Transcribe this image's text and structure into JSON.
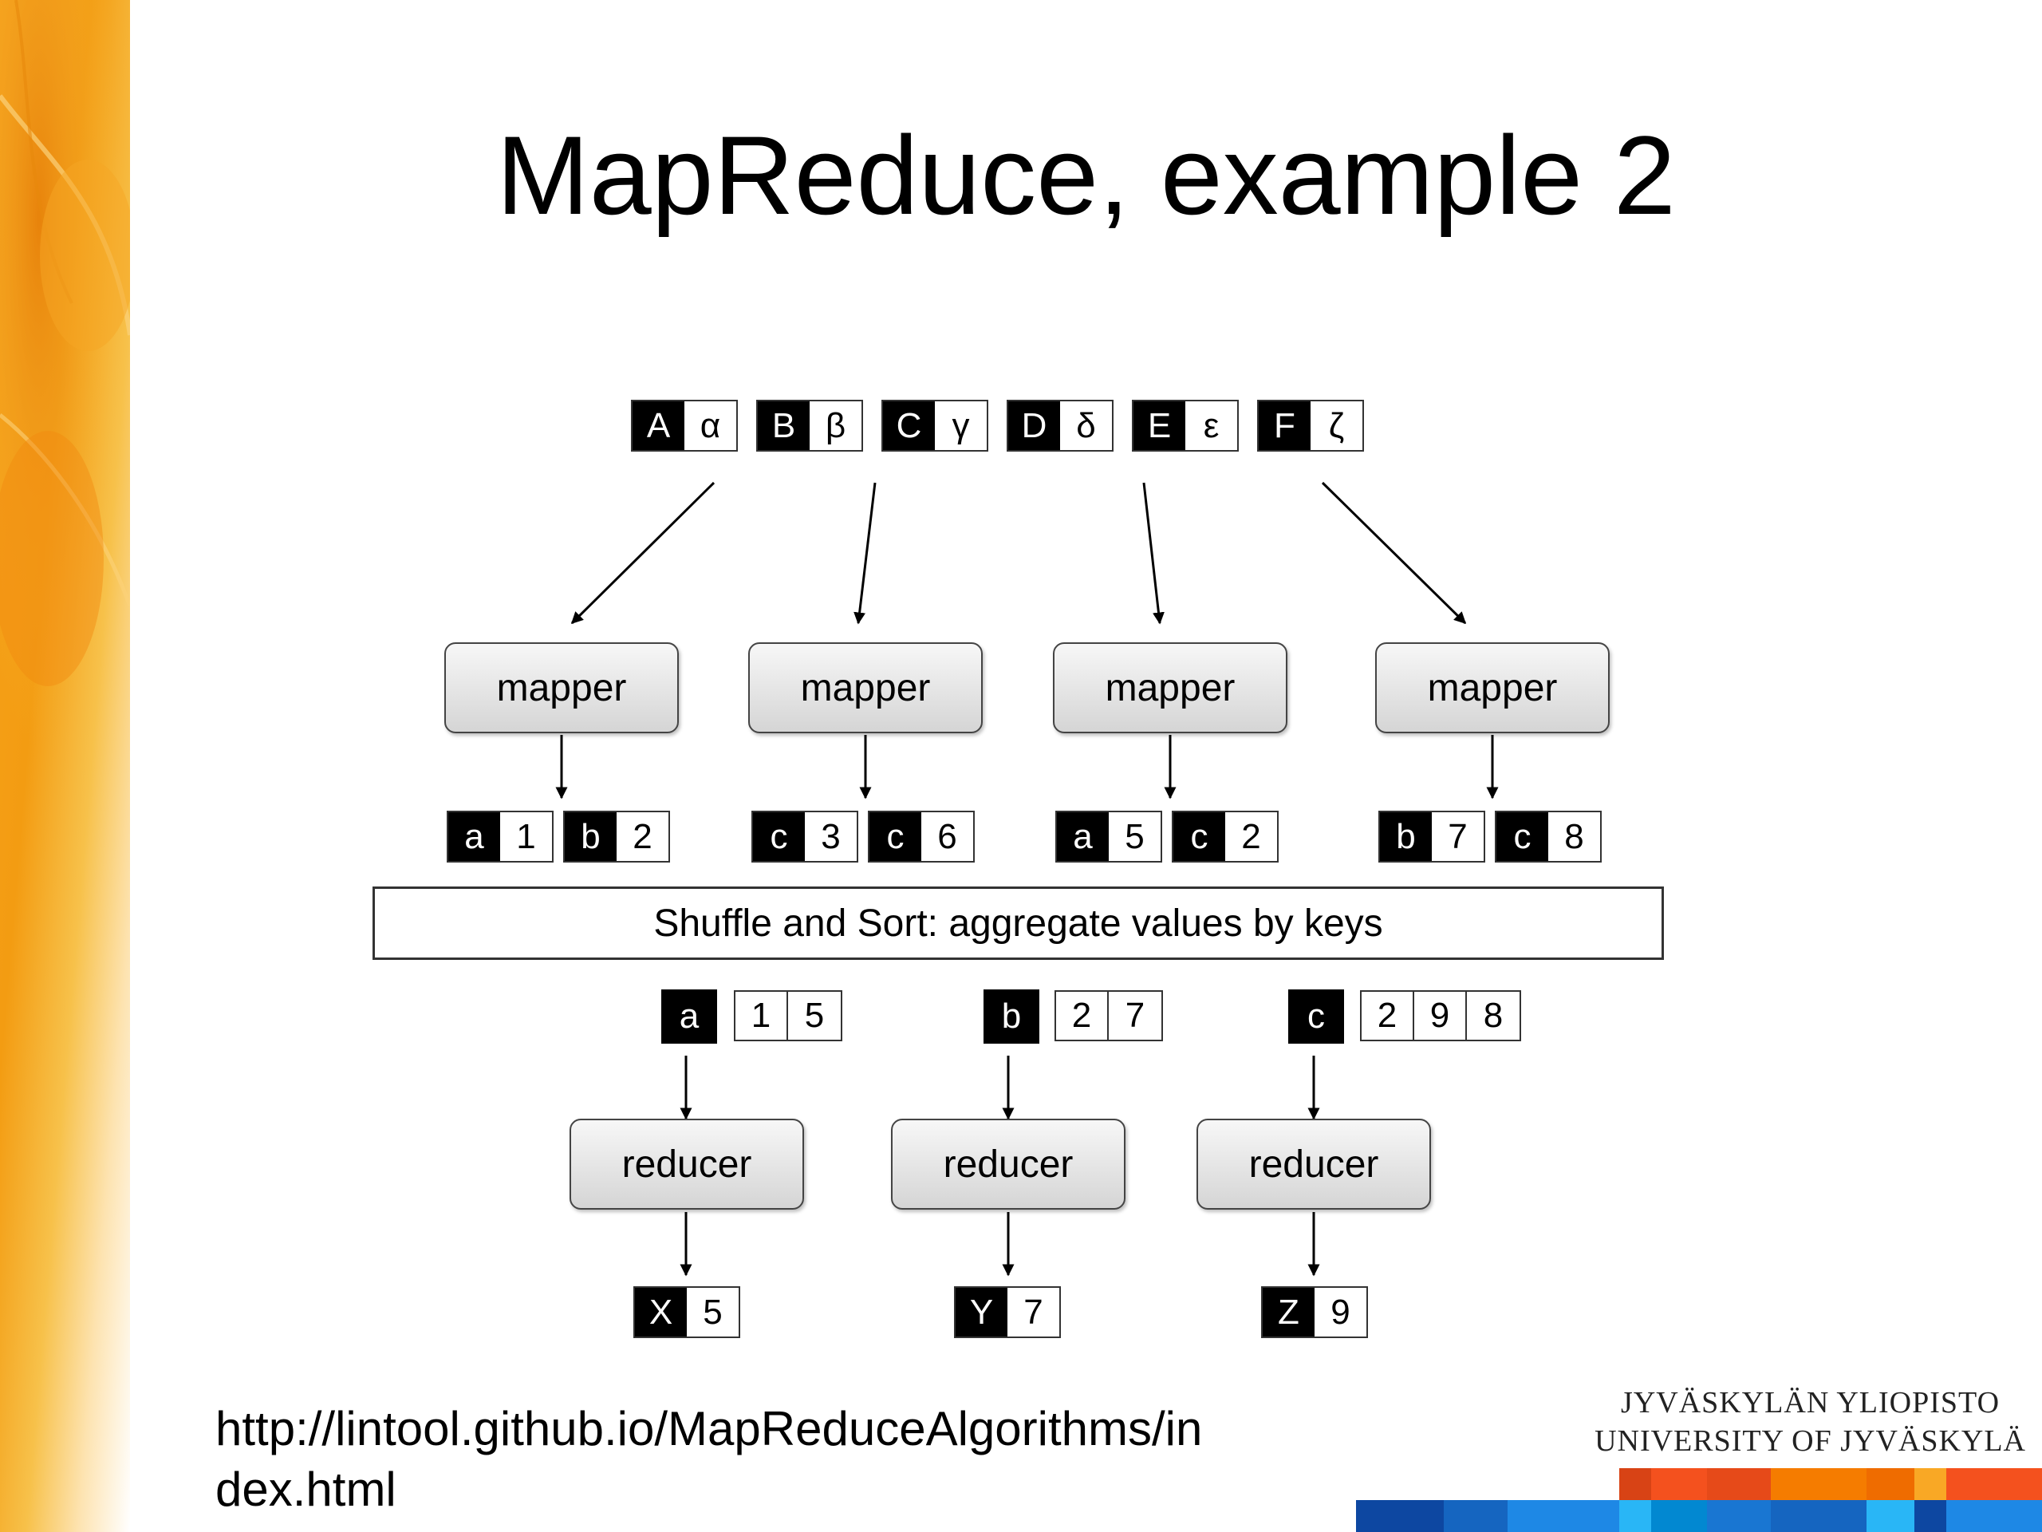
{
  "title": "MapReduce, example 2",
  "inputs": [
    {
      "key": "A",
      "value": "α"
    },
    {
      "key": "B",
      "value": "β"
    },
    {
      "key": "C",
      "value": "γ"
    },
    {
      "key": "D",
      "value": "δ"
    },
    {
      "key": "E",
      "value": "ε"
    },
    {
      "key": "F",
      "value": "ζ"
    }
  ],
  "mapper_label": "mapper",
  "mapper_outputs": [
    [
      {
        "key": "a",
        "value": "1"
      },
      {
        "key": "b",
        "value": "2"
      }
    ],
    [
      {
        "key": "c",
        "value": "3"
      },
      {
        "key": "c",
        "value": "6"
      }
    ],
    [
      {
        "key": "a",
        "value": "5"
      },
      {
        "key": "c",
        "value": "2"
      }
    ],
    [
      {
        "key": "b",
        "value": "7"
      },
      {
        "key": "c",
        "value": "8"
      }
    ]
  ],
  "shuffle_label": "Shuffle and Sort: aggregate values by keys",
  "groups": [
    {
      "key": "a",
      "values": [
        "1",
        "5"
      ]
    },
    {
      "key": "b",
      "values": [
        "2",
        "7"
      ]
    },
    {
      "key": "c",
      "values": [
        "2",
        "9",
        "8"
      ]
    }
  ],
  "reducer_label": "reducer",
  "outputs": [
    {
      "key": "X",
      "value": "5"
    },
    {
      "key": "Y",
      "value": "7"
    },
    {
      "key": "Z",
      "value": "9"
    }
  ],
  "url": "http://lintool.github.io/MapReduceAlgorithms/index.html",
  "university": {
    "line1": "JYVÄSKYLÄN YLIOPISTO",
    "line2": "UNIVERSITY OF JYVÄSKYLÄ"
  },
  "colors": {
    "side_art": [
      "#f39c12",
      "#f7b733",
      "#e67e22",
      "#fddb92"
    ],
    "bars_top": [
      "#e74c1c",
      "#f26522",
      "#f7941d",
      "#fbb03b"
    ],
    "bars_bottom": [
      "#0b3d91",
      "#1565c0",
      "#1e88e5",
      "#29b6f6"
    ]
  }
}
